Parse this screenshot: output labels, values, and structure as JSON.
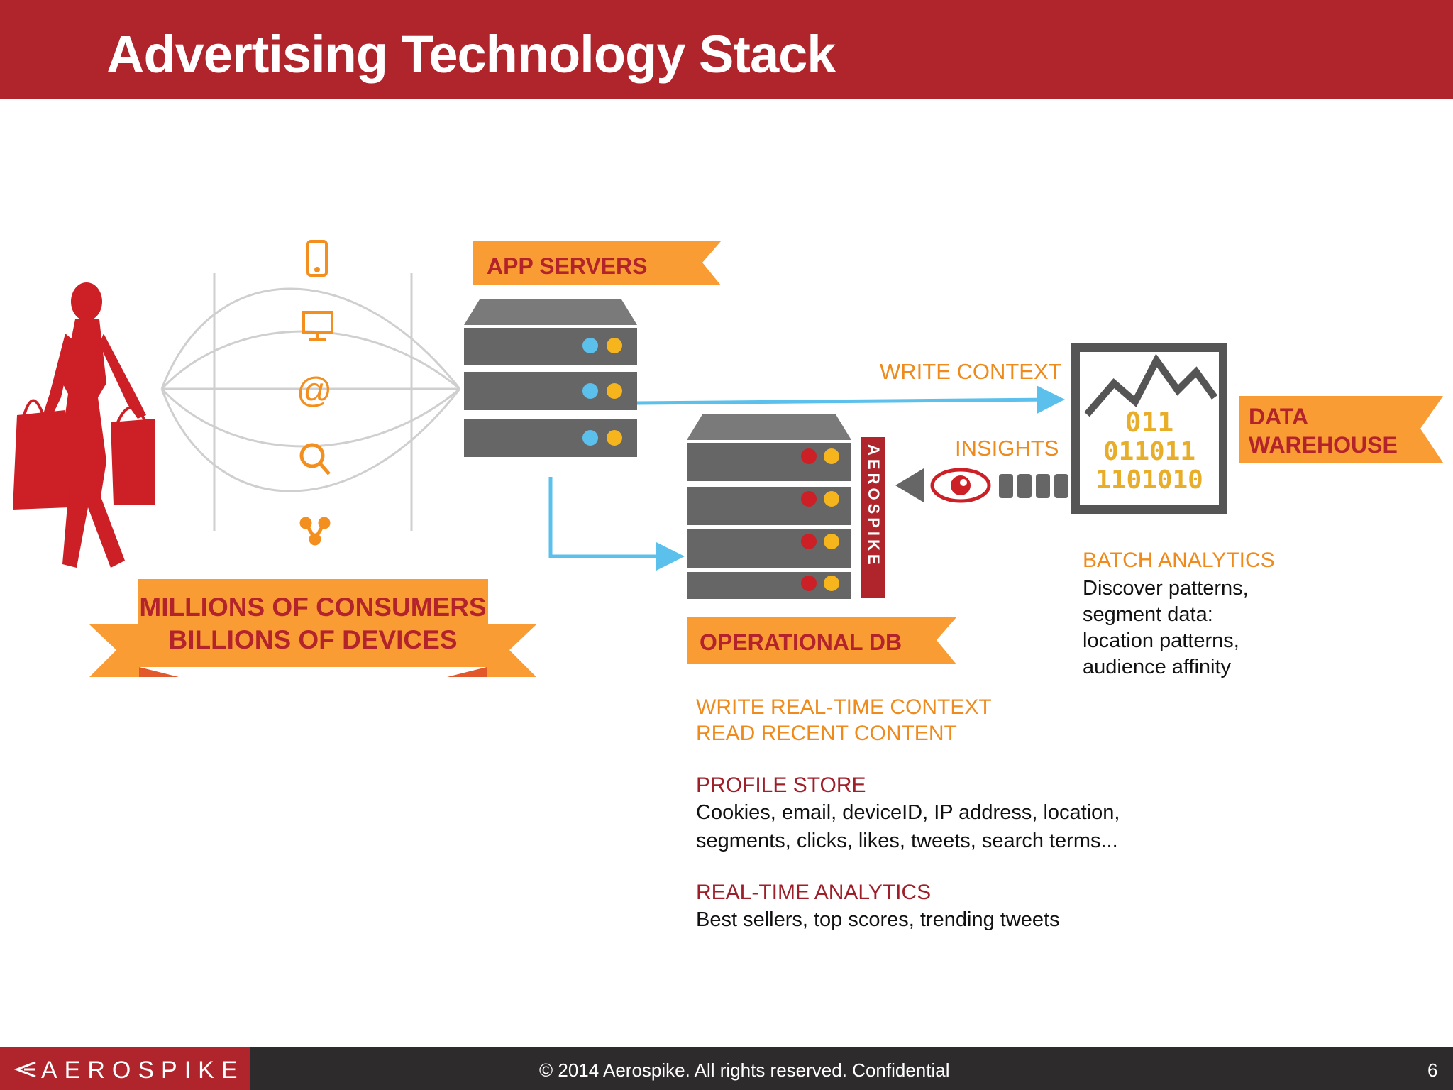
{
  "slide": {
    "title": "Advertising Technology Stack",
    "page_number": "6"
  },
  "consumers": {
    "line1": "MILLIONS OF CONSUMERS",
    "line2": "BILLIONS OF DEVICES"
  },
  "app_servers": {
    "label": "APP SERVERS"
  },
  "operational_db": {
    "label": "OPERATIONAL DB",
    "vertical_brand": "AEROSPIKE",
    "context_line1": "WRITE REAL-TIME CONTEXT",
    "context_line2": "READ RECENT CONTENT",
    "profile_store": {
      "title": "PROFILE STORE",
      "line1": "Cookies, email, deviceID, IP address, location,",
      "line2": "segments, clicks, likes, tweets, search terms..."
    },
    "realtime_analytics": {
      "title": "REAL-TIME ANALYTICS",
      "line1": "Best sellers, top scores, trending tweets"
    }
  },
  "flows": {
    "write_context": "WRITE CONTEXT",
    "insights": "INSIGHTS"
  },
  "data_warehouse": {
    "label_line1": "DATA",
    "label_line2": "WAREHOUSE",
    "binary_line1": "011",
    "binary_line2": "011011",
    "binary_line3": "1101010",
    "batch_analytics": {
      "title": "BATCH ANALYTICS",
      "line1": "Discover patterns,",
      "line2": "segment data:",
      "line3": "location patterns,",
      "line4": "audience affinity"
    }
  },
  "footer": {
    "logo": "AEROSPIKE",
    "copyright": "© 2014 Aerospike.  All rights reserved. Confidential"
  },
  "device_icons": [
    "phone-icon",
    "monitor-icon",
    "at-sign-icon",
    "search-icon",
    "share-icon"
  ],
  "colors": {
    "brand_red": "#b0242b",
    "ribbon_orange": "#f89c33",
    "text_orange": "#ef8a1c",
    "arrow_blue": "#5bc0eb",
    "server_gray": "#666666",
    "dot_blue": "#5bc0eb",
    "dot_yellow": "#f6b51c",
    "dot_red": "#cc1f26"
  }
}
